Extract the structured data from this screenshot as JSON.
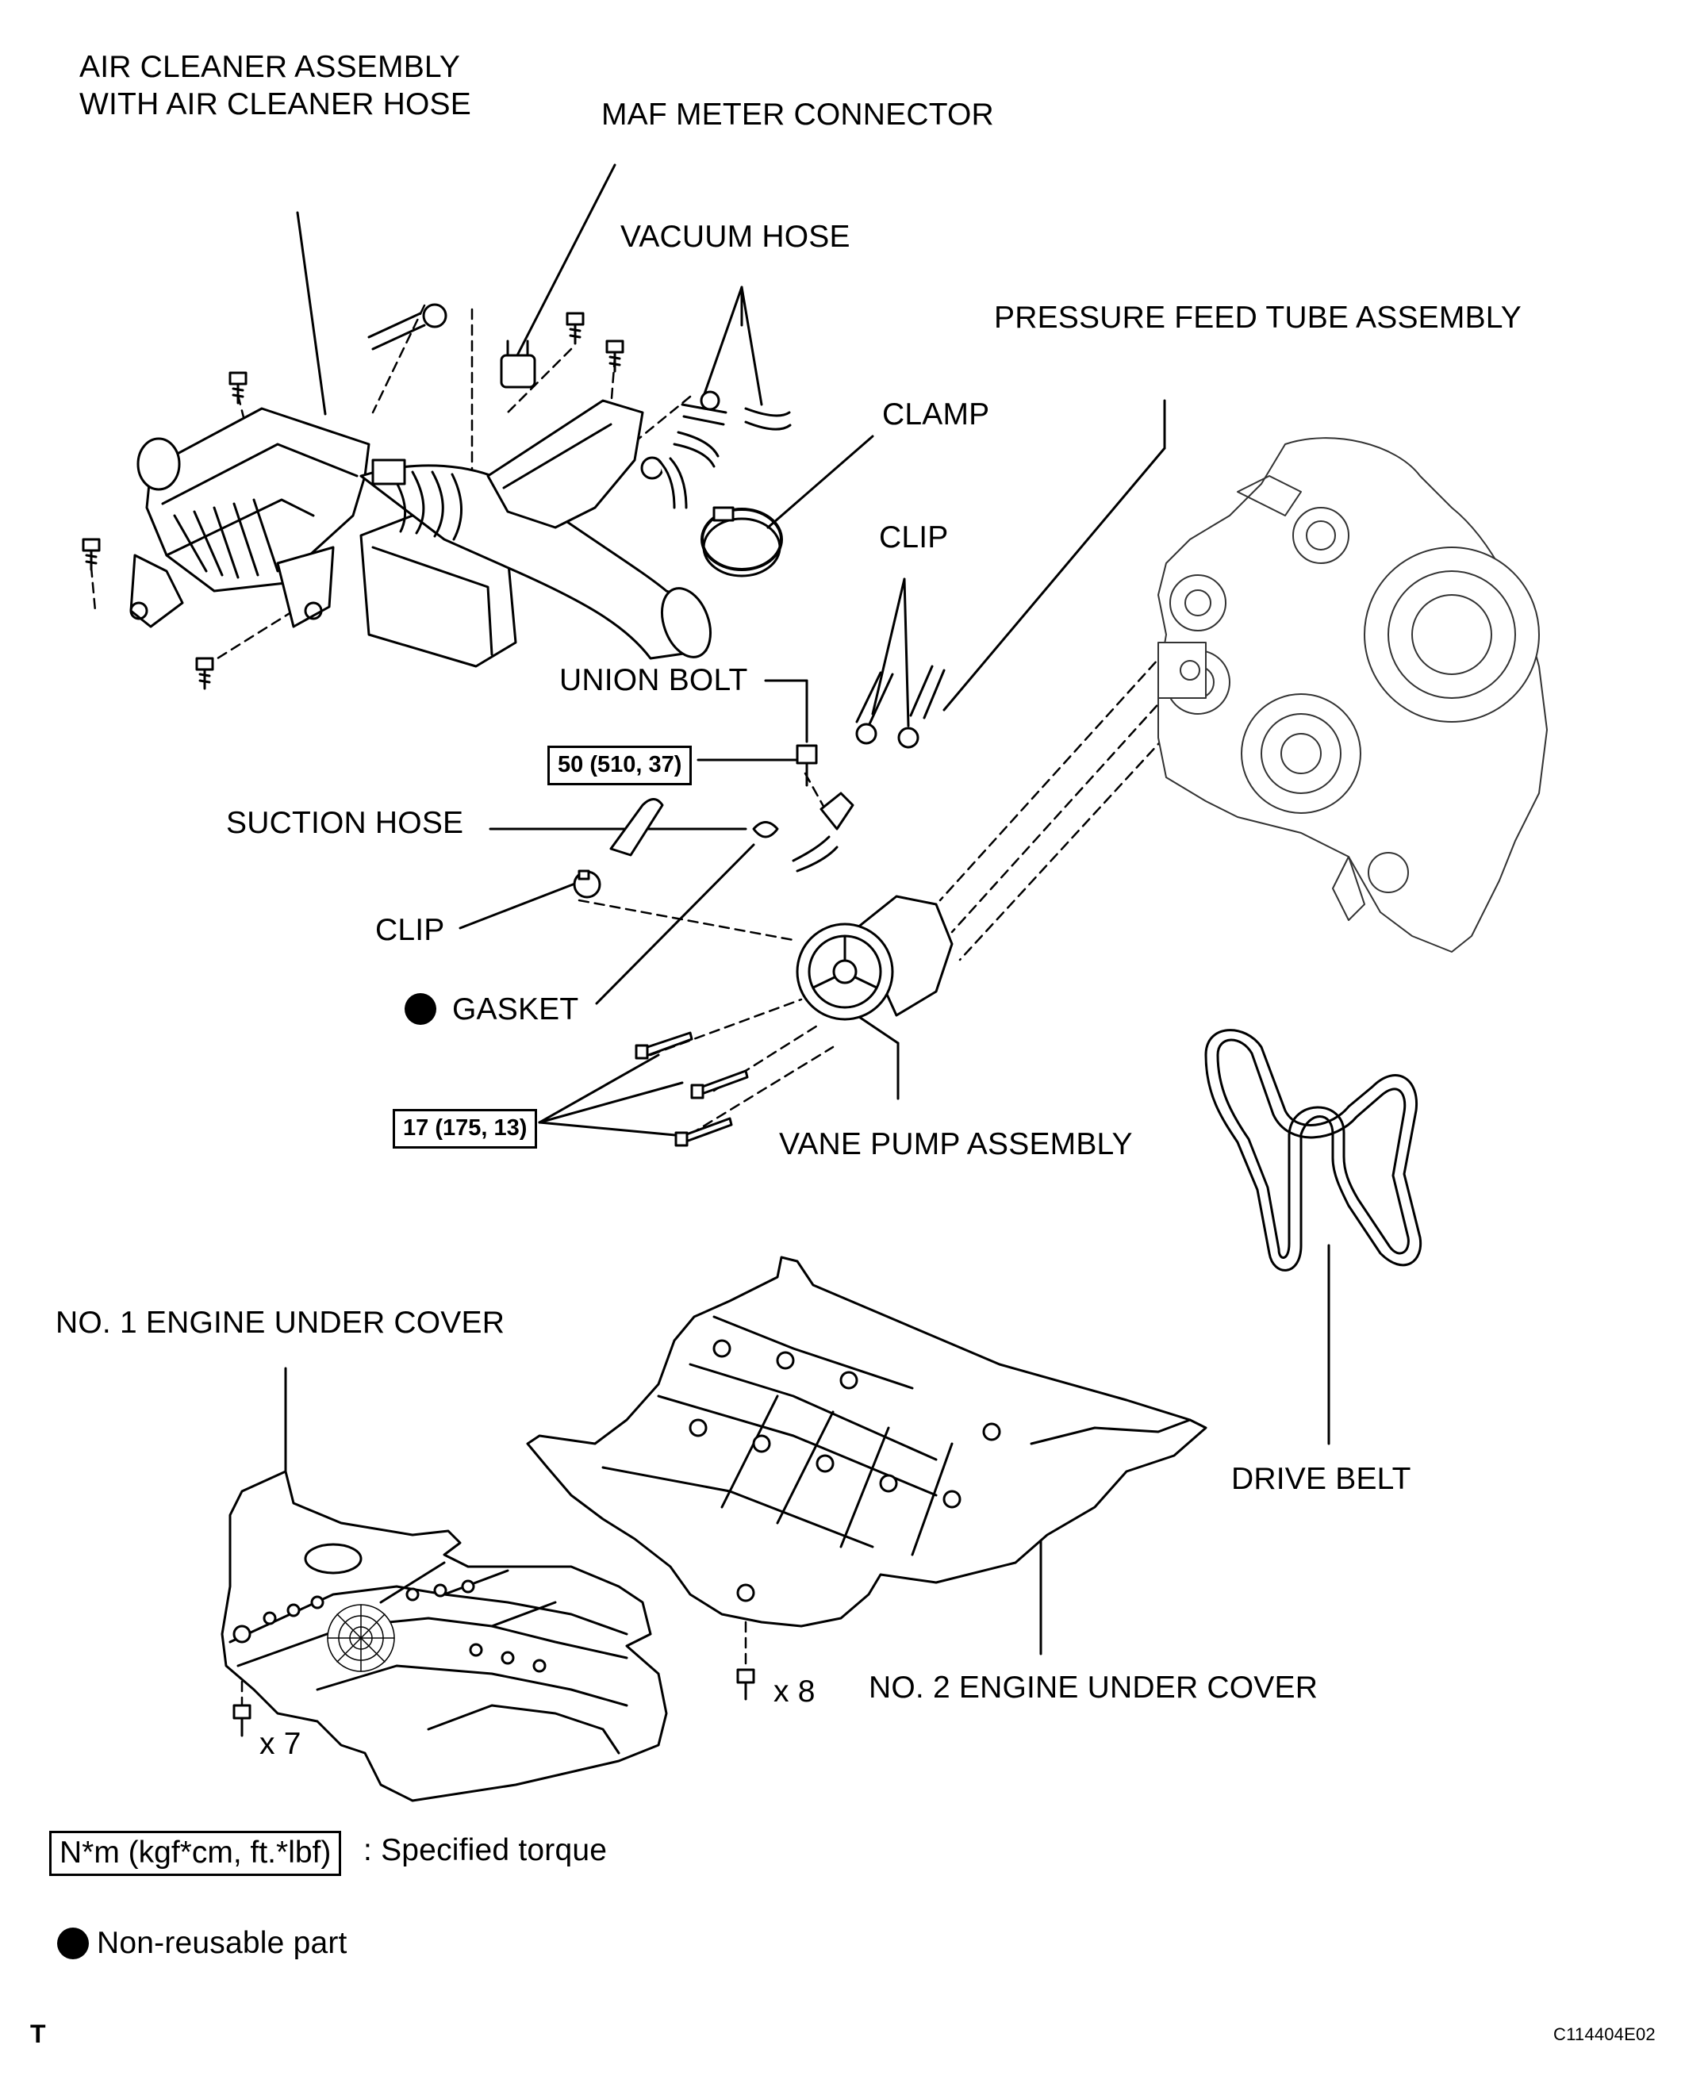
{
  "labels": {
    "air_cleaner": "AIR CLEANER ASSEMBLY\nWITH AIR CLEANER HOSE",
    "maf": "MAF METER CONNECTOR",
    "vacuum_hose": "VACUUM HOSE",
    "pressure_feed": "PRESSURE FEED TUBE ASSEMBLY",
    "clamp": "CLAMP",
    "clip_upper": "CLIP",
    "union_bolt": "UNION BOLT",
    "suction_hose": "SUCTION HOSE",
    "clip_lower": "CLIP",
    "gasket": "GASKET",
    "vane_pump": "VANE PUMP ASSEMBLY",
    "no1_cover": "NO. 1 ENGINE UNDER COVER",
    "drive_belt": "DRIVE BELT",
    "no2_cover": "NO. 2 ENGINE UNDER COVER",
    "x7": "x 7",
    "x8": "x 8"
  },
  "torques": {
    "union_bolt": "50 (510, 37)",
    "pump_bolts": "17 (175, 13)"
  },
  "legend": {
    "torque_box": "N*m (kgf*cm, ft.*lbf)",
    "torque_text": ": Specified torque",
    "nonreusable_text": "Non-reusable part"
  },
  "footer": {
    "corner_letter": "T",
    "figure_code": "C114404E02"
  }
}
